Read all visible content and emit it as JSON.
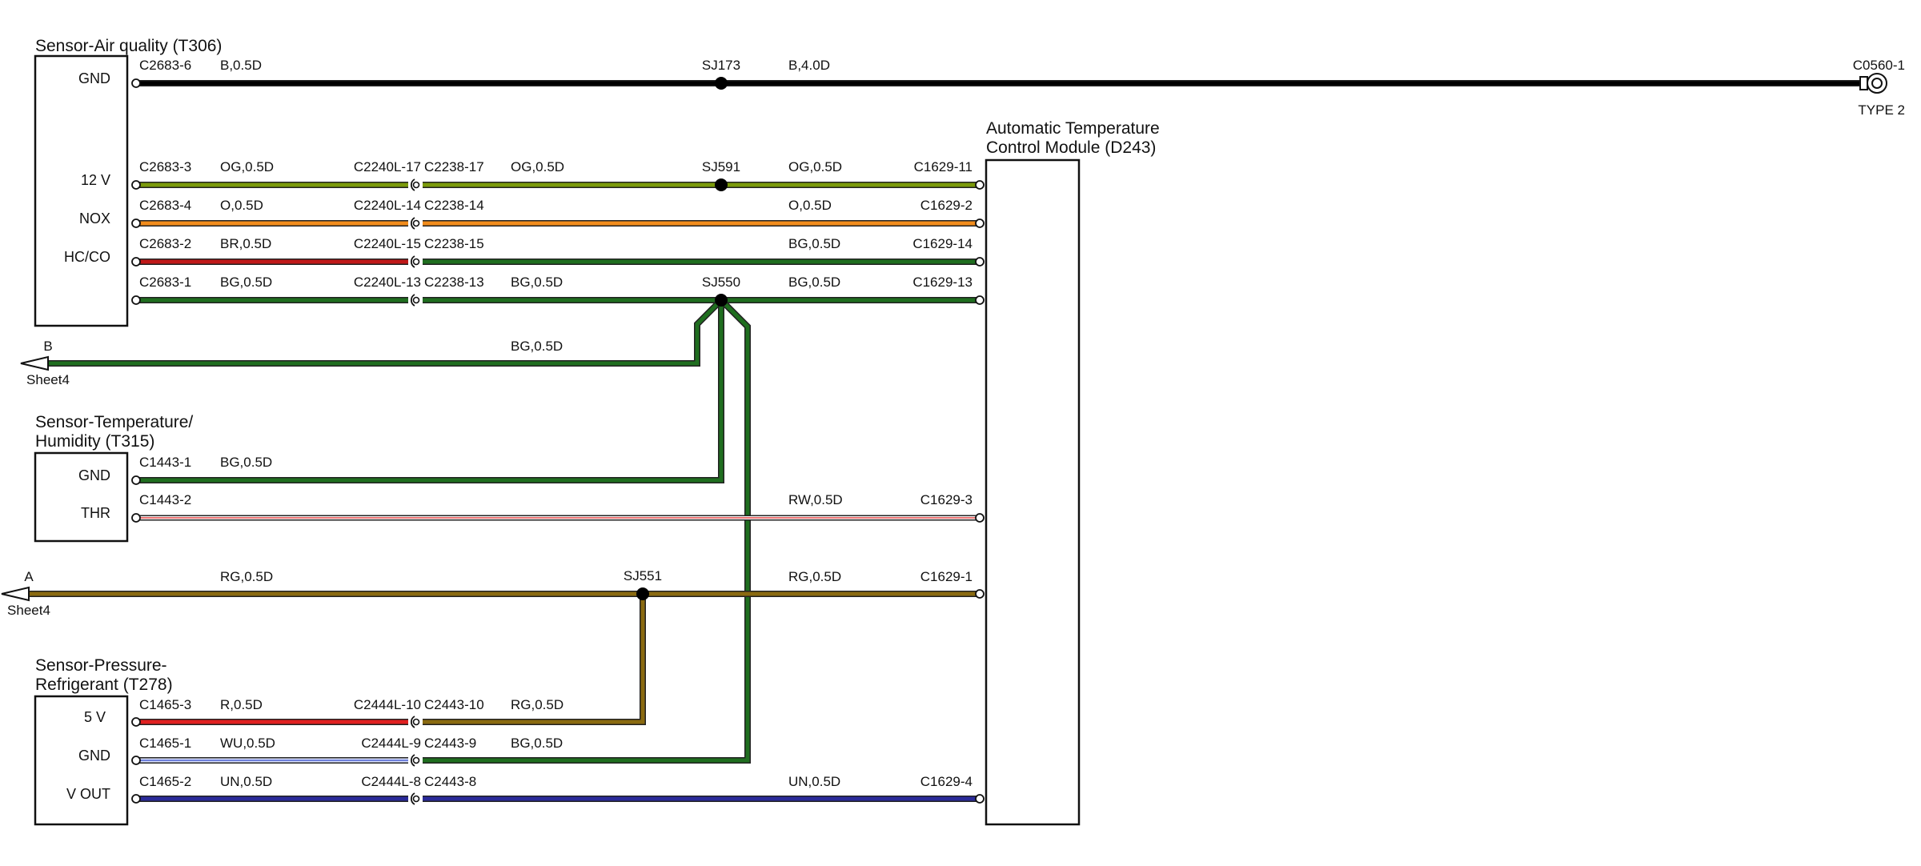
{
  "components": {
    "air_quality": {
      "title": "Sensor-Air quality (T306)",
      "pins": [
        "GND",
        "12 V",
        "NOX",
        "HC/CO"
      ]
    },
    "temp_humidity": {
      "title_line1": "Sensor-Temperature/",
      "title_line2": "Humidity (T315)",
      "pins": [
        "GND",
        "THR"
      ]
    },
    "pressure_refrigerant": {
      "title_line1": "Sensor-Pressure-",
      "title_line2": "Refrigerant (T278)",
      "pins": [
        "5 V",
        "GND",
        "V OUT"
      ]
    },
    "atc_module": {
      "title_line1": "Automatic Temperature",
      "title_line2": "Control Module (D243)"
    }
  },
  "offsheet": [
    {
      "letter": "B",
      "sheet": "Sheet4"
    },
    {
      "letter": "A",
      "sheet": "Sheet4"
    }
  ],
  "ground": {
    "connector": "C0560-1",
    "type": "TYPE 2"
  },
  "splices": [
    "SJ173",
    "SJ591",
    "SJ550",
    "SJ551"
  ],
  "wire_colors": {
    "B": "#000000",
    "OG": "#7a9a0a",
    "O": "#f28c1c",
    "BR": "#c01818",
    "BG": "#1f6e1f",
    "RW": "#e04040",
    "RG": "#8a6a10",
    "R": "#e02020",
    "WU": "#4a5fd0",
    "UN": "#2a2a9a"
  },
  "labels": {
    "gnd_from": "C2683-6",
    "gnd_wire1": "B,0.5D",
    "gnd_wire2": "B,4.0D",
    "v12_from": "C2683-3",
    "v12_wire1": "OG,0.5D",
    "v12_c1": "C2240L-17",
    "v12_c2": "C2238-17",
    "v12_wire2": "OG,0.5D",
    "v12_wire3": "OG,0.5D",
    "v12_to": "C1629-11",
    "nox_from": "C2683-4",
    "nox_wire1": "O,0.5D",
    "nox_c1": "C2240L-14",
    "nox_c2": "C2238-14",
    "nox_wire2": "O,0.5D",
    "nox_to": "C1629-2",
    "hc_from": "C2683-2",
    "hc_wire1": "BR,0.5D",
    "hc_c1": "C2240L-15",
    "hc_c2": "C2238-15",
    "hc_wire2": "BG,0.5D",
    "hc_to": "C1629-14",
    "bg_from": "C2683-1",
    "bg_wire1": "BG,0.5D",
    "bg_c1": "C2240L-13",
    "bg_c2": "C2238-13",
    "bg_wire2": "BG,0.5D",
    "bg_wire3": "BG,0.5D",
    "bg_to": "C1629-13",
    "b_wire": "BG,0.5D",
    "th_gnd_from": "C1443-1",
    "th_gnd_wire": "BG,0.5D",
    "th_thr_from": "C1443-2",
    "th_thr_wire": "RW,0.5D",
    "th_thr_to": "C1629-3",
    "a_wire1": "RG,0.5D",
    "a_wire2": "RG,0.5D",
    "a_to": "C1629-1",
    "p5_from": "C1465-3",
    "p5_wire1": "R,0.5D",
    "p5_c1": "C2444L-10",
    "p5_c2": "C2443-10",
    "p5_wire2": "RG,0.5D",
    "pg_from": "C1465-1",
    "pg_wire1": "WU,0.5D",
    "pg_c1": "C2444L-9",
    "pg_c2": "C2443-9",
    "pg_wire2": "BG,0.5D",
    "pv_from": "C1465-2",
    "pv_wire1": "UN,0.5D",
    "pv_c1": "C2444L-8",
    "pv_c2": "C2443-8",
    "pv_wire2": "UN,0.5D",
    "pv_to": "C1629-4"
  }
}
